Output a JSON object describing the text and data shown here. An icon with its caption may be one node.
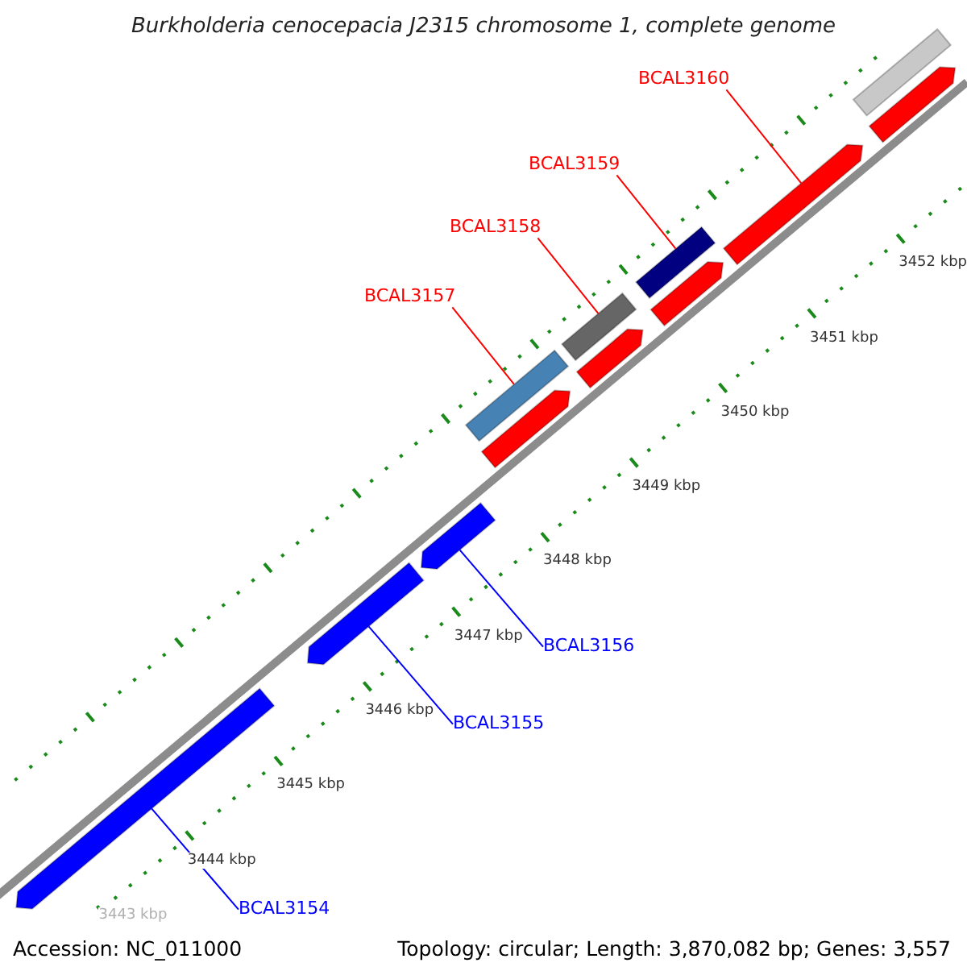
{
  "diagram": {
    "title": "Burkholderia cenocepacia J2315 chromosome 1, complete genome",
    "nodes": [
      {
        "text": [
          "BCAL3160"
        ]
      },
      {
        "text": [
          "BCAL3159"
        ]
      },
      {
        "text": [
          "BCAL3158"
        ]
      },
      {
        "text": [
          "BCAL3157"
        ]
      },
      {
        "text": [],
        "shape": "bar"
      },
      {
        "text": [],
        "shape": "bar"
      },
      {
        "text": [],
        "shape": "bar"
      },
      {
        "text": [],
        "shape": "bar"
      },
      {
        "text": [],
        "shape": "bar"
      },
      {
        "text": [],
        "shape": "bar"
      },
      {
        "text": [],
        "shape": "bar"
      },
      {
        "text": [],
        "shape": "bar"
      },
      {
        "text": [],
        "shape": "bar"
      },
      {
        "text": [],
        "shape": "bar"
      },
      {
        "text": [
          "BCAL3156"
        ]
      },
      {
        "text": [],
        "shape": "bar"
      },
      {
        "text": [
          "BCAL3155"
        ]
      },
      {
        "text": [],
        "shape": "bar"
      },
      {
        "text": [
          "BCAL3154"
        ]
      }
    ],
    "edges": [
      {
        "from": 0,
        "to": 6,
        "arrow": "none"
      },
      {
        "from": 1,
        "to": 7,
        "arrow": "none"
      },
      {
        "from": 2,
        "to": 9,
        "arrow": "none"
      },
      {
        "from": 3,
        "to": 11,
        "arrow": "none"
      },
      {
        "from": 14,
        "to": 13,
        "arrow": "none",
        "color": "#0000ff"
      },
      {
        "from": 16,
        "to": 15,
        "arrow": "none",
        "color": "#0000ff"
      },
      {
        "from": 18,
        "to": 17,
        "arrow": "none",
        "color": "#0000ff"
      }
    ],
    "labels": [
      "3452 kbp",
      "3451 kbp",
      "3450 kbp",
      "3449 kbp",
      "3448 kbp",
      "3447 kbp",
      "3446 kbp",
      "3445 kbp",
      "3444 kbp",
      "3443 kbp",
      "Accession: NC_011000",
      "Topology: circular; Length: 3,870,082 bp; Genes: 3,557"
    ]
  }
}
